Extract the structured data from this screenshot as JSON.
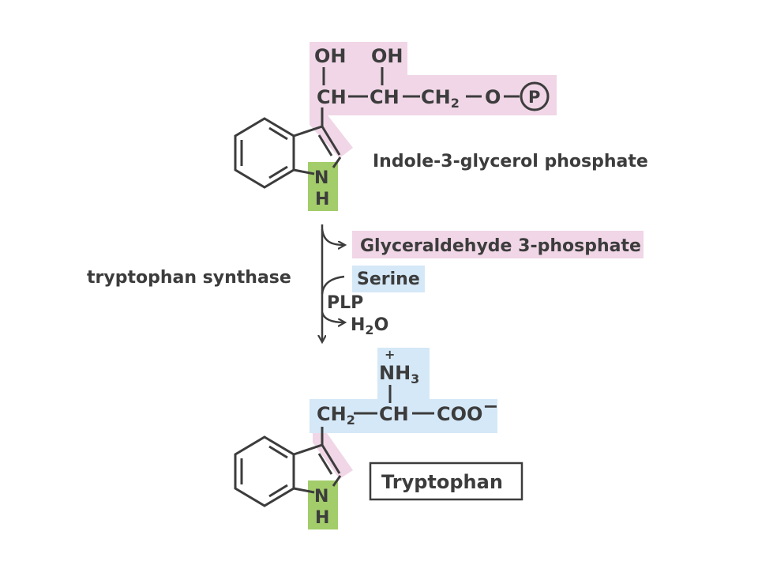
{
  "colors": {
    "pink_highlight": "#f0d6e6",
    "blue_highlight": "#d5e8f7",
    "green_highlight": "#a3cc6b",
    "ink": "#3c3c3c"
  },
  "substrate": {
    "name": "Indole-3-glycerol  phosphate",
    "oh1": "OH",
    "oh2": "OH",
    "ch1": "CH",
    "ch2": "CH",
    "ch2_main": "CH",
    "ch2_sub": "2",
    "oxygen": "O",
    "phosphate": "P",
    "nh_n": "N",
    "nh_h": "H"
  },
  "reaction": {
    "enzyme": "tryptophan synthase",
    "product_out": "Glyceraldehyde 3-phosphate",
    "reactant_in": "Serine",
    "cofactor": "PLP",
    "water_main": "H",
    "water_sub": "2",
    "water_end": "O"
  },
  "product": {
    "name": "Tryptophan",
    "plus": "+",
    "nh3_main": "NH",
    "nh3_sub": "3",
    "ch2_main": "CH",
    "ch2_sub": "2",
    "ch": "CH",
    "coo": "COO",
    "minus": "−",
    "nh_n": "N",
    "nh_h": "H"
  }
}
